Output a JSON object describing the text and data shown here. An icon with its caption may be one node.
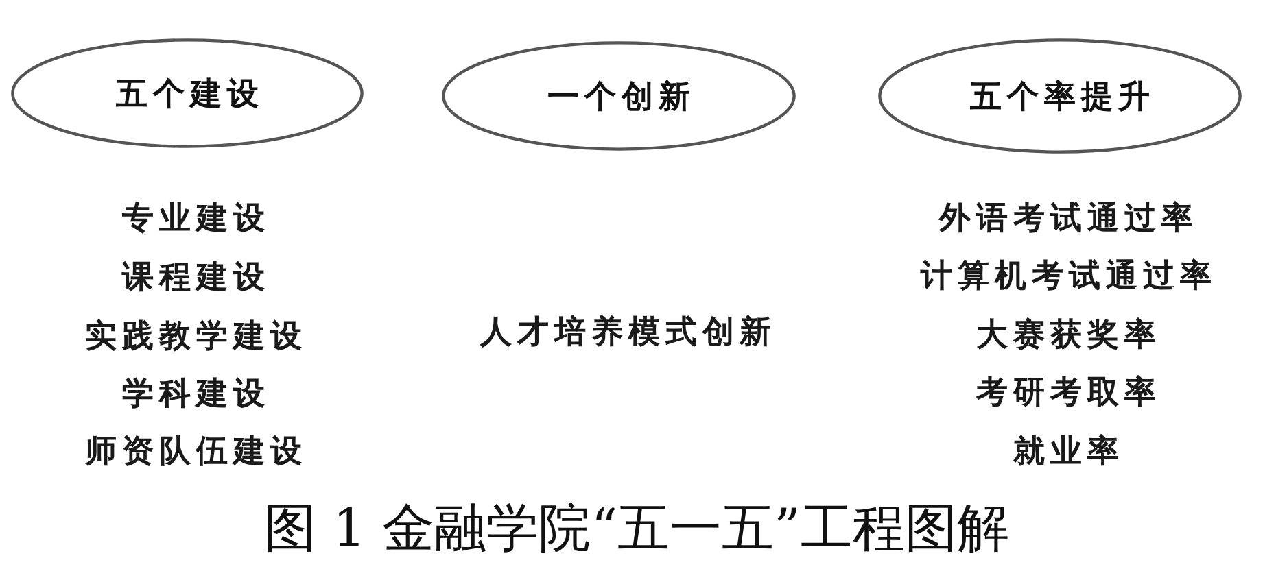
{
  "diagram": {
    "caption": "图 1 金融学院“五一五”工程图解",
    "nodes": [
      {
        "text": [
          "五个建设"
        ]
      },
      {
        "text": [
          "一个创新"
        ]
      },
      {
        "text": [
          "五个率提升"
        ]
      }
    ],
    "labels": [
      "专业建设",
      "课程建设",
      "实践教学建设",
      "学科建设",
      "师资队伍建设",
      "人才培养模式创新",
      "外语考试通过率",
      "计算机考试通过率",
      "大赛获奖率",
      "考研考取率",
      "就业率"
    ]
  }
}
